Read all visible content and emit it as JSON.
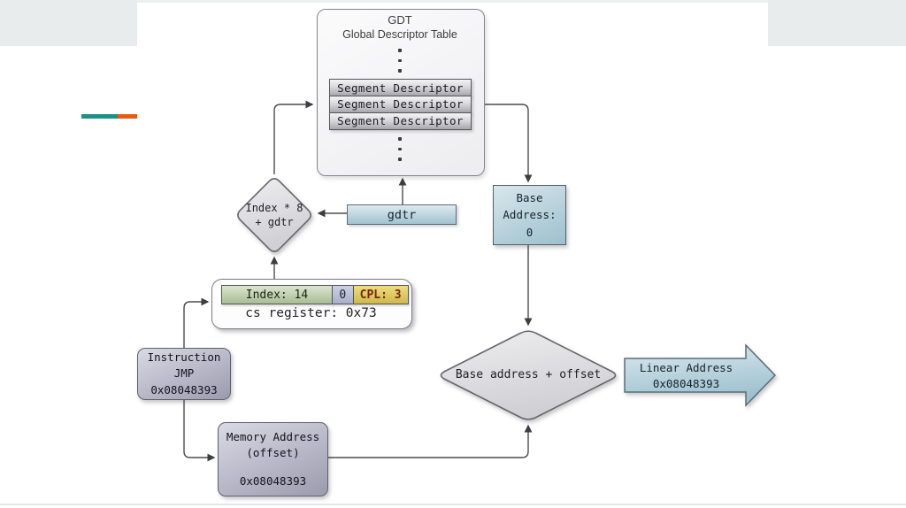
{
  "slide": {
    "accent_teal": "#1a9184",
    "accent_orange": "#e65c0f",
    "margin_gray": "#e9eced"
  },
  "gdt": {
    "title": "GDT",
    "subtitle": "Global Descriptor Table",
    "rows": [
      "Segment Descriptor",
      "Segment Descriptor",
      "Segment Descriptor"
    ]
  },
  "index_diamond": {
    "line1": "Index * 8",
    "line2": "+ gdtr"
  },
  "gdtr_box": {
    "label": "gdtr"
  },
  "base_address_box": {
    "line1": "Base",
    "line2": "Address:",
    "line3": "0"
  },
  "selector": {
    "index_cell": "Index: 14",
    "ti_cell": "0",
    "cpl_cell": "CPL: 3",
    "register_text": "cs register: 0x73"
  },
  "instruction_box": {
    "line1": "Instruction",
    "line2": "JMP",
    "line3": "0x08048393"
  },
  "memory_box": {
    "line1": "Memory Address",
    "line2": "(offset)",
    "line3": "0x08048393"
  },
  "sum_diamond": {
    "label": "Base address + offset"
  },
  "linear_arrow": {
    "line1": "Linear Address",
    "line2": "0x08048393"
  }
}
